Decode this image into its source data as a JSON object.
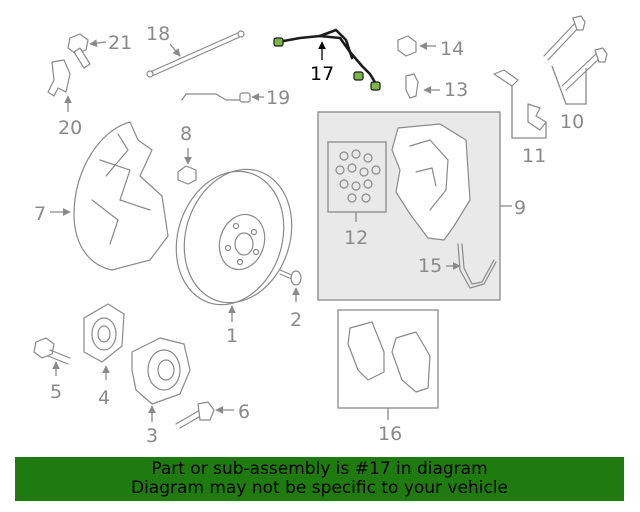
{
  "diagram": {
    "callouts": {
      "c1": "1",
      "c2": "2",
      "c3": "3",
      "c4": "4",
      "c5": "5",
      "c6": "6",
      "c7": "7",
      "c8": "8",
      "c9": "9",
      "c10": "10",
      "c11": "11",
      "c12": "12",
      "c13": "13",
      "c14": "14",
      "c15": "15",
      "c16": "16",
      "c17": "17",
      "c18": "18",
      "c19": "19",
      "c20": "20",
      "c21": "21"
    },
    "highlighted_part": "17",
    "colors": {
      "part_line": "#8a8a8a",
      "highlight": "#000000",
      "banner": "#1f7a0f"
    }
  },
  "footer": {
    "line1": "Part or sub-assembly is #17 in diagram",
    "line2": "Diagram may not be specific to your vehicle"
  }
}
